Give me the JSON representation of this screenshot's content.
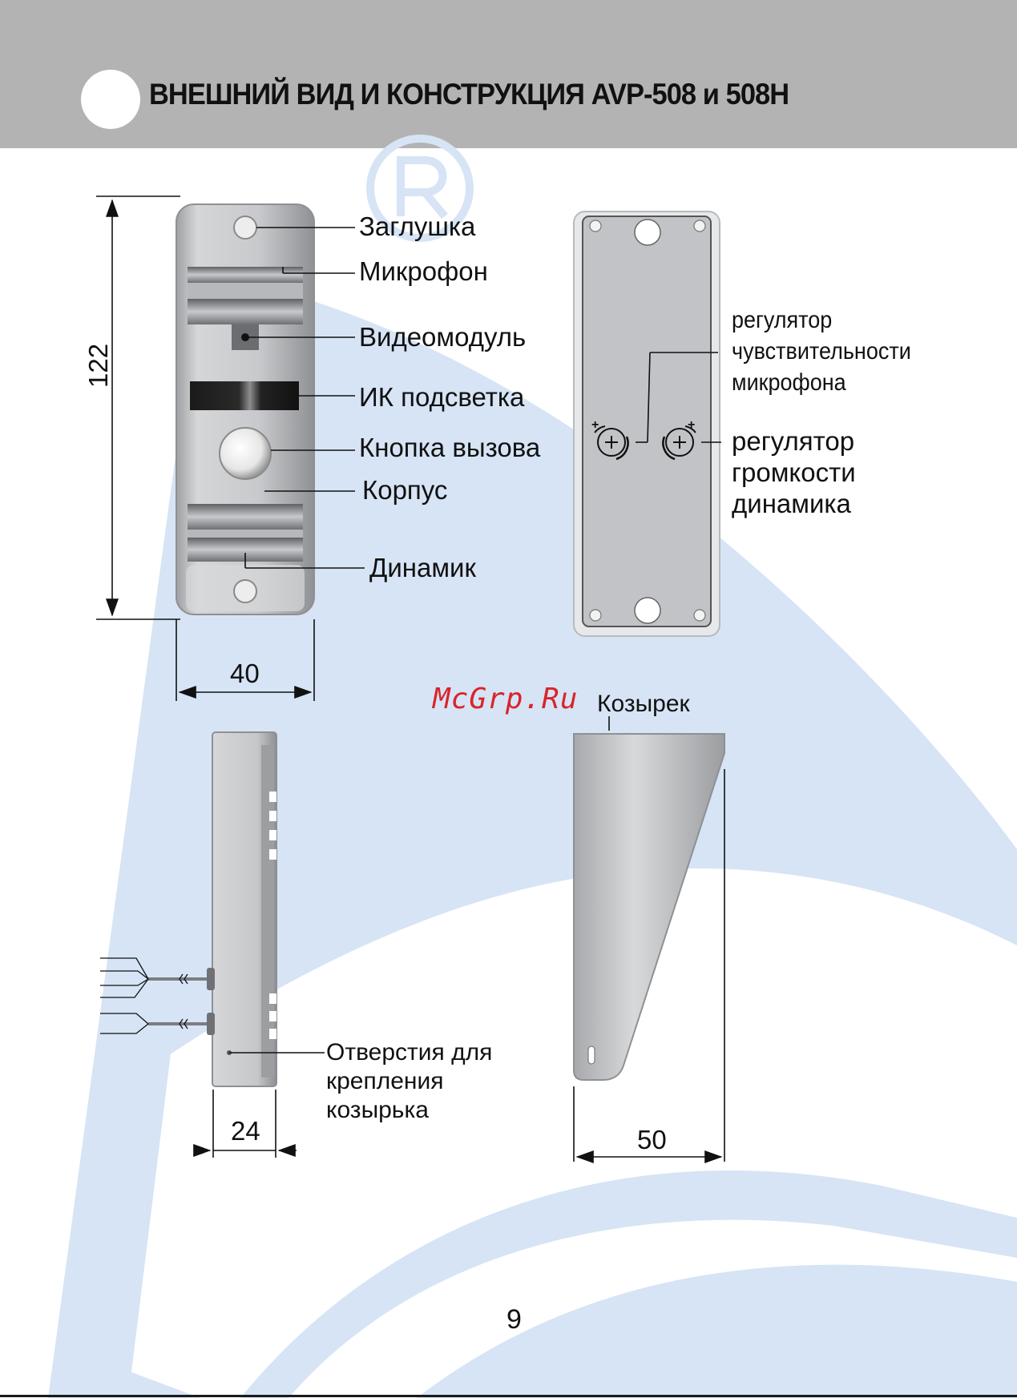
{
  "header": {
    "title": "ВНЕШНИЙ ВИД И КОНСТРУКЦИЯ AVP-508 и 508H"
  },
  "front_view": {
    "labels": {
      "plug": "Заглушка",
      "microphone": "Микрофон",
      "video_module": "Видеомодуль",
      "ir_light": "ИК подсветка",
      "call_button": "Кнопка вызова",
      "housing": "Корпус",
      "speaker": "Динамик"
    },
    "height_dim": "122",
    "width_dim": "40"
  },
  "back_view": {
    "mic_sensitivity": [
      "регулятор",
      "чувствительности",
      "микрофона"
    ],
    "speaker_volume": [
      "регулятор",
      "громкости",
      "динамика"
    ]
  },
  "side_view": {
    "mount_holes": [
      "Отверстия для",
      "крепления",
      "козырька"
    ],
    "depth_dim": "24"
  },
  "visor_view": {
    "label": "Козырек",
    "depth_dim": "50"
  },
  "watermark": "McGrp.Ru",
  "page_number": "9",
  "colors": {
    "header_bg": "#b3b3b3",
    "watermark_blue": "#d6e4f5",
    "device_silver": "#c4c5c8",
    "watermark_red": "#d9242b"
  }
}
